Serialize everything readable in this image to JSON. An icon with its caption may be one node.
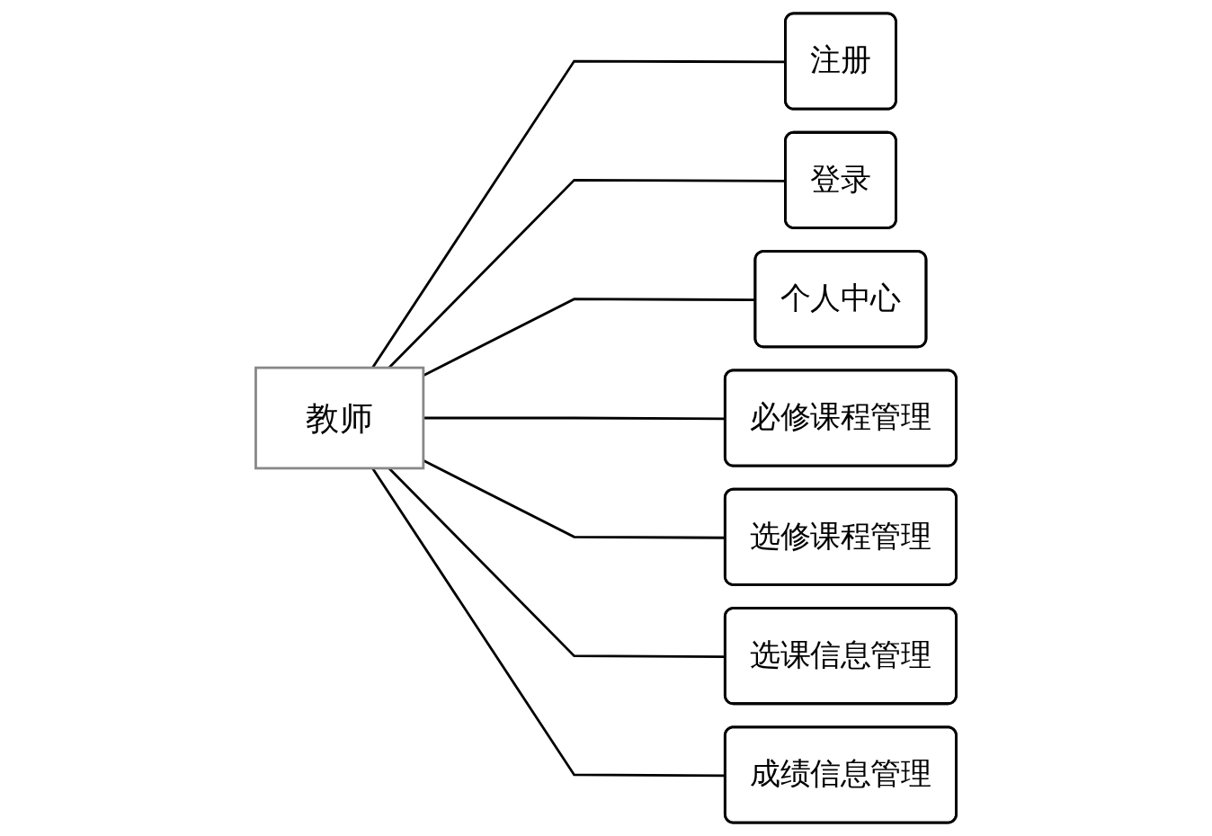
{
  "diagram": {
    "nodes": [
      {
        "text": [
          "教师"
        ]
      },
      {
        "text": [
          "注册"
        ]
      },
      {
        "text": [
          "登录"
        ]
      },
      {
        "text": [
          "个人中心"
        ]
      },
      {
        "text": [
          "必修课程管理"
        ]
      },
      {
        "text": [
          "选修课程管理"
        ]
      },
      {
        "text": [
          "选课信息管理"
        ]
      },
      {
        "text": [
          "成绩信息管理"
        ]
      }
    ],
    "edges": [
      {
        "from": 0,
        "to": 1,
        "arrow": "none"
      },
      {
        "from": 0,
        "to": 2,
        "arrow": "none"
      },
      {
        "from": 0,
        "to": 3,
        "arrow": "none"
      },
      {
        "from": 0,
        "to": 4,
        "arrow": "none"
      },
      {
        "from": 0,
        "to": 5,
        "arrow": "none"
      },
      {
        "from": 0,
        "to": 6,
        "arrow": "none"
      },
      {
        "from": 0,
        "to": 7,
        "arrow": "none"
      }
    ]
  }
}
